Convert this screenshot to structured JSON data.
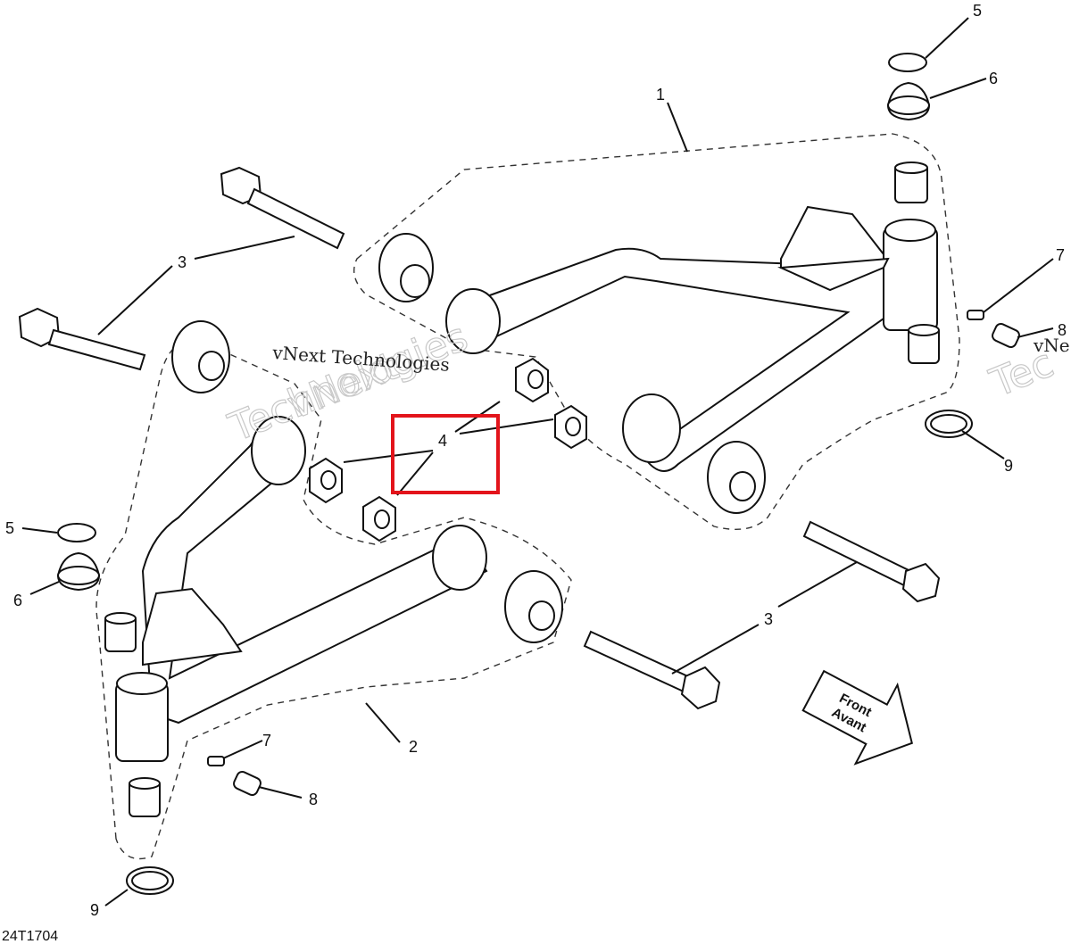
{
  "figure_id": "24T1704",
  "watermark": {
    "brand": "vNext",
    "brand2": "Technologies",
    "caption": "vNext Technologies",
    "edge_right": "vNe",
    "edge_tech": "Tec"
  },
  "callouts": {
    "c1": "1",
    "c2": "2",
    "c3a": "3",
    "c3b": "3",
    "c4": "4",
    "c5a": "5",
    "c5b": "5",
    "c6a": "6",
    "c6b": "6",
    "c7a": "7",
    "c7b": "7",
    "c8a": "8",
    "c8b": "8",
    "c9a": "9",
    "c9b": "9"
  },
  "front_arrow": {
    "line1": "Front",
    "line2": "Avant"
  },
  "colors": {
    "highlight": "#e3141b",
    "ink": "#111111"
  }
}
